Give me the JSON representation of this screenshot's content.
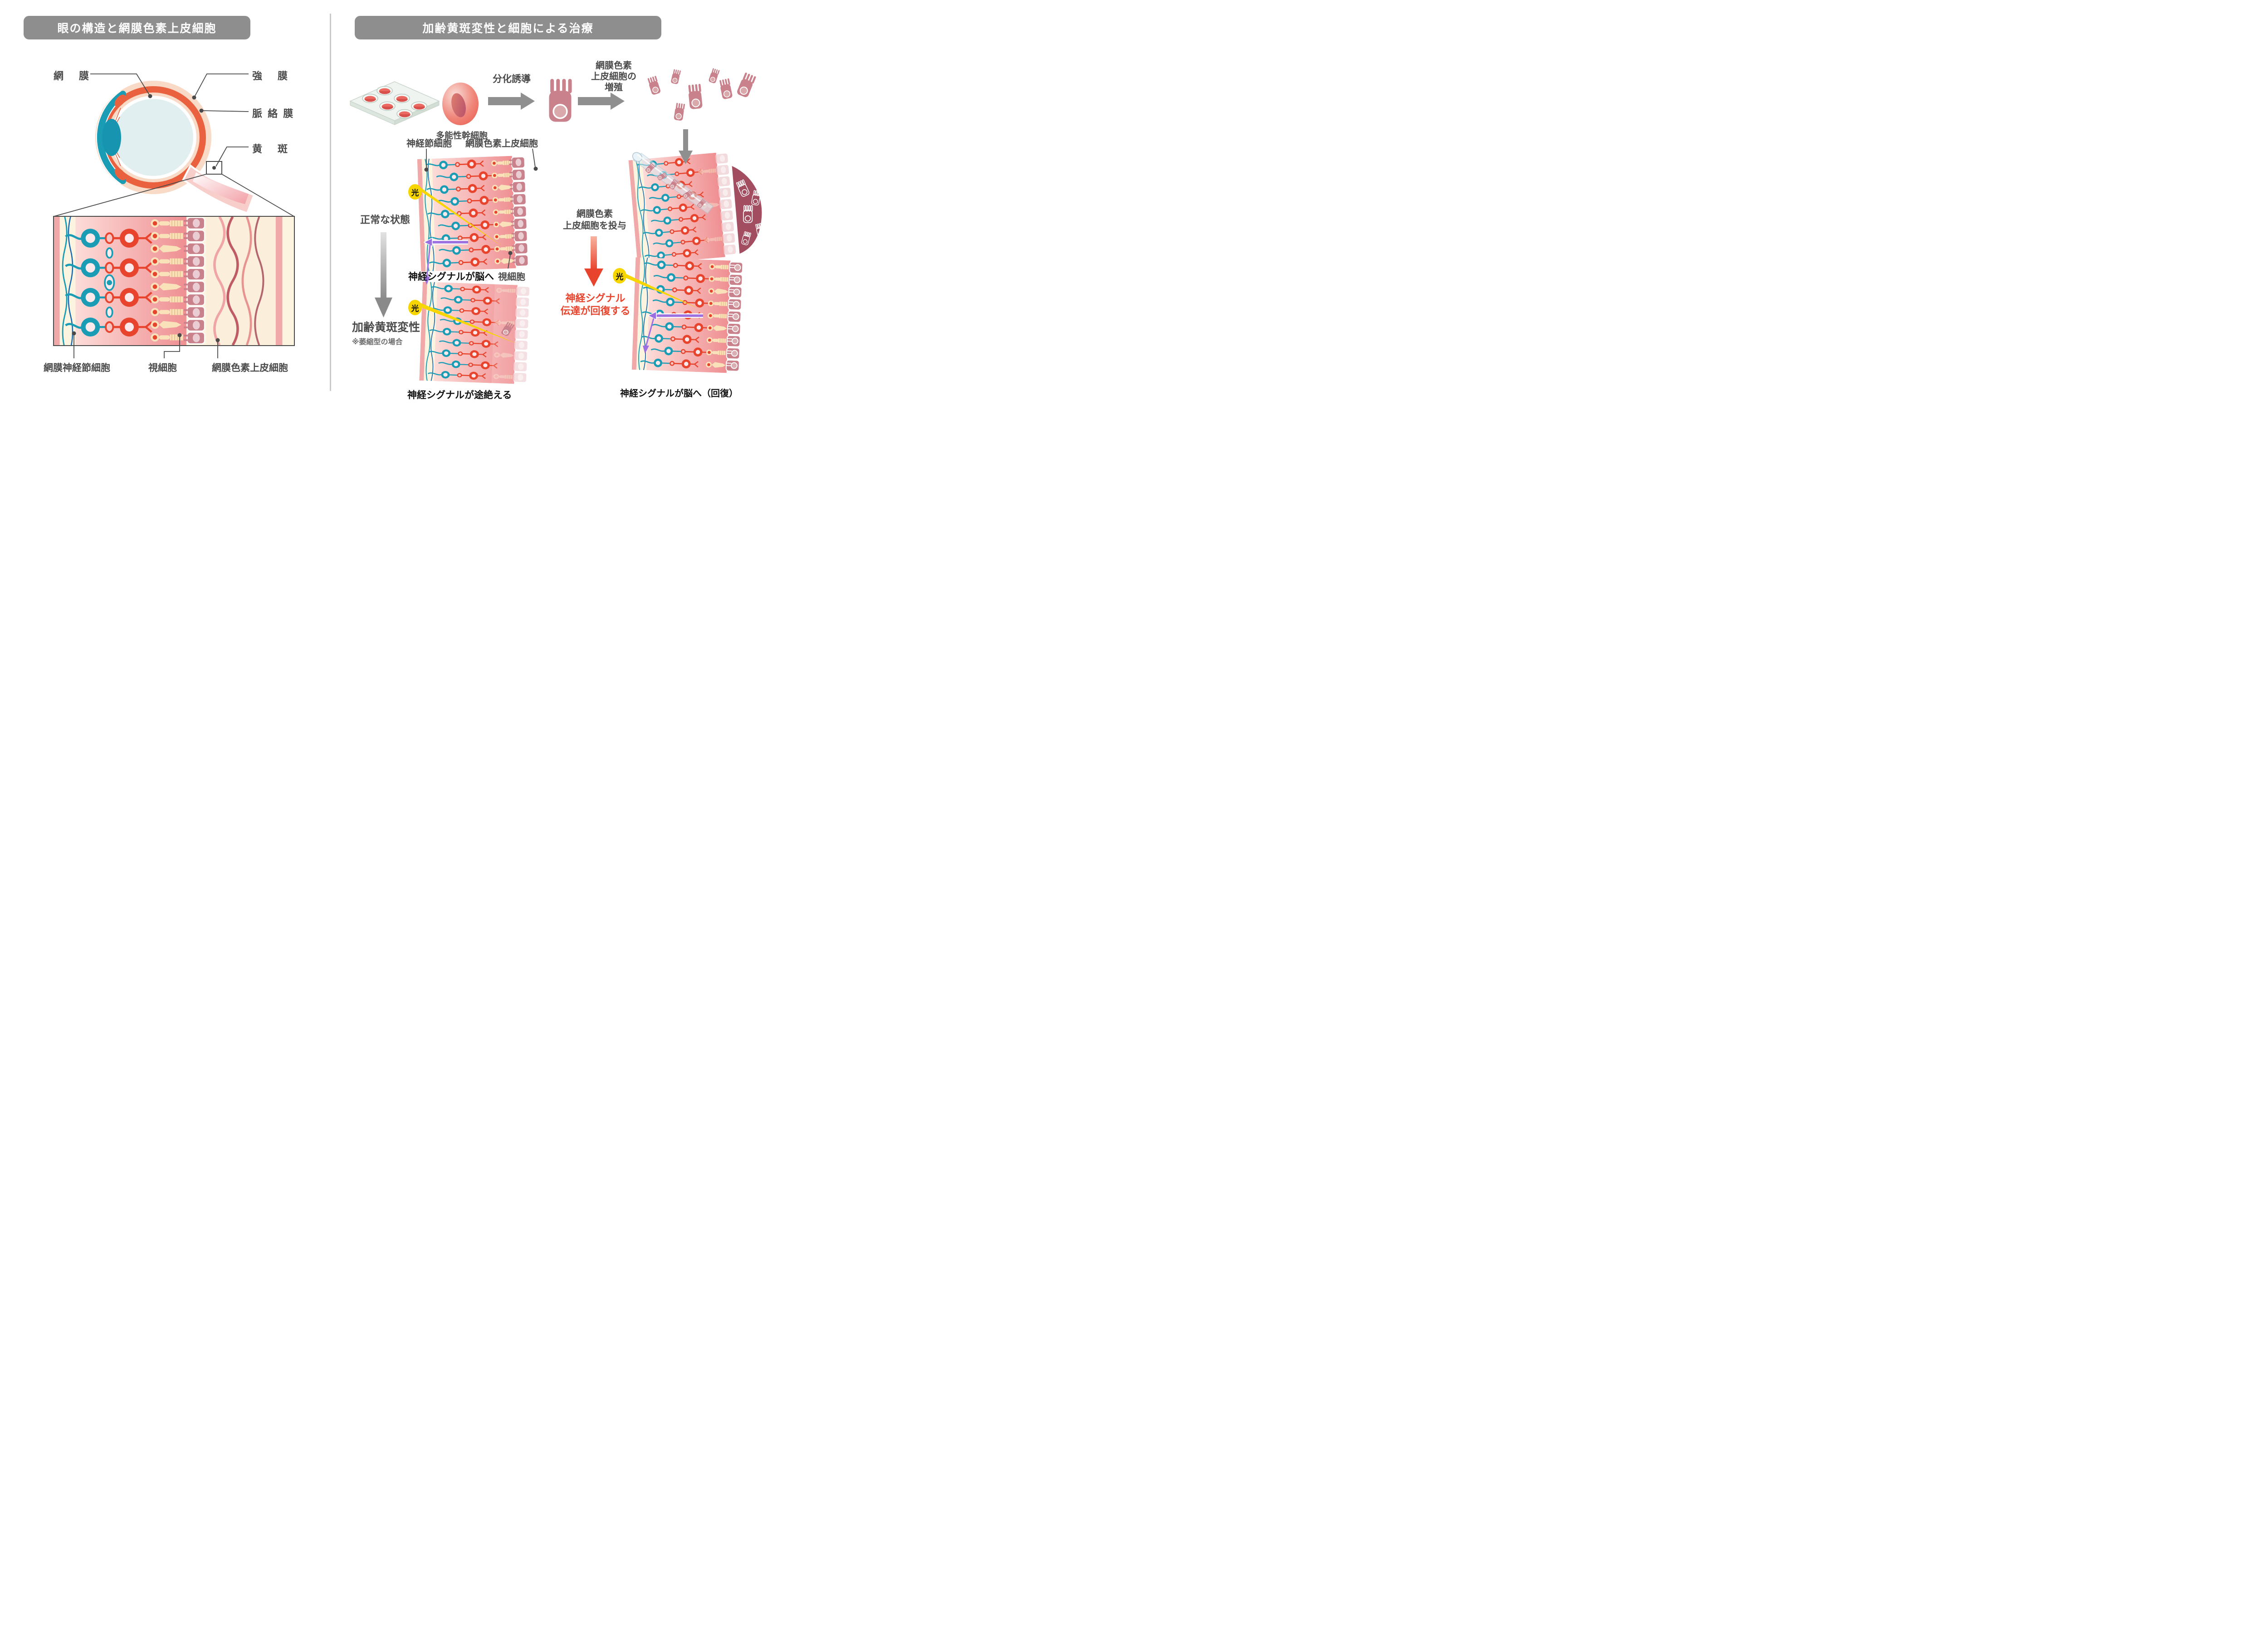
{
  "left_panel": {
    "title": "眼の構造と網膜色素上皮細胞",
    "eye_labels": {
      "retina": "網　膜",
      "sclera": "強　膜",
      "choroid": "脈 絡 膜",
      "macula": "黄　斑"
    },
    "cell_labels": {
      "ganglion": "網膜神経節細胞",
      "photoreceptor": "視細胞",
      "rpe": "網膜色素上皮細胞"
    }
  },
  "right_panel": {
    "title": "加齢黄斑変性と細胞による治療",
    "process": {
      "stem_cell": "多能性幹細胞",
      "induction": "分化誘導",
      "proliferation_l1": "網膜色素",
      "proliferation_l2": "上皮細胞の",
      "proliferation_l3": "増殖"
    },
    "normal": {
      "ganglion": "神経節細胞",
      "rpe": "網膜色素上皮細胞",
      "state": "正常な状態",
      "light": "光",
      "signal": "神経シグナルが脳へ",
      "photoreceptor": "視細胞"
    },
    "amd": {
      "title": "加齢黄斑変性",
      "note": "※萎縮型の場合",
      "light": "光",
      "signal": "神経シグナルが途絶える"
    },
    "treatment": {
      "inject_l1": "網膜色素",
      "inject_l2": "上皮細胞を投与",
      "recover_l1": "神経シグナル",
      "recover_l2": "伝達が回復する",
      "light": "光",
      "signal": "神経シグナルが脳へ（回復）"
    }
  },
  "colors": {
    "title_bar": "#8E8E8E",
    "label_gray": "#4A4A4A",
    "orange": "#E9613E",
    "teal": "#1A9CB5",
    "red": "#E8432C",
    "mauve": "#C9818B",
    "mauve_nucleus": "#E9CDD2",
    "photoreceptor_cream": "#F9E2BA",
    "light_yellow": "#F7D600",
    "signal_purple": "#9B6FE0",
    "arrow_gray": "#8F8F8F",
    "arrow_red": "#E8432C",
    "pocket_maroon": "#A34E60",
    "sclera_peach": "#F8DAC6",
    "interior_blue": "#E2EFF1"
  }
}
